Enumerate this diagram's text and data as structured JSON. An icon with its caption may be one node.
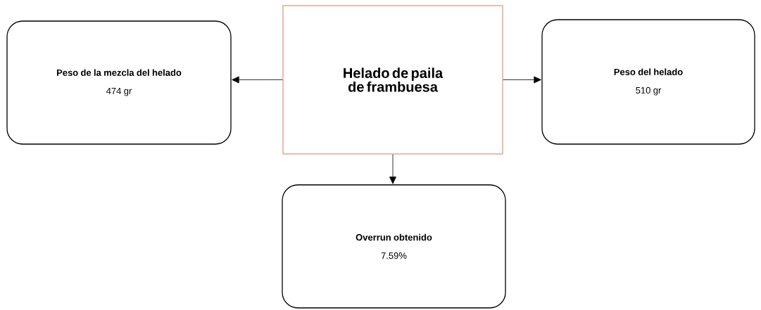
{
  "diagram": {
    "nodes": [
      {
        "text": [
          "Helado de paila de frambuesa"
        ]
      },
      {
        "text": [
          "Peso de la mezcla del helado",
          "474 gr"
        ]
      },
      {
        "text": [
          "Peso del helado",
          "510 gr"
        ]
      },
      {
        "text": [
          "Overrun obtenido",
          "7.59%"
        ]
      }
    ],
    "edges": [
      {
        "from": 0,
        "to": 1,
        "arrow": "to"
      },
      {
        "from": 0,
        "to": 2,
        "arrow": "to"
      },
      {
        "from": 0,
        "to": 3,
        "arrow": "to"
      }
    ]
  }
}
